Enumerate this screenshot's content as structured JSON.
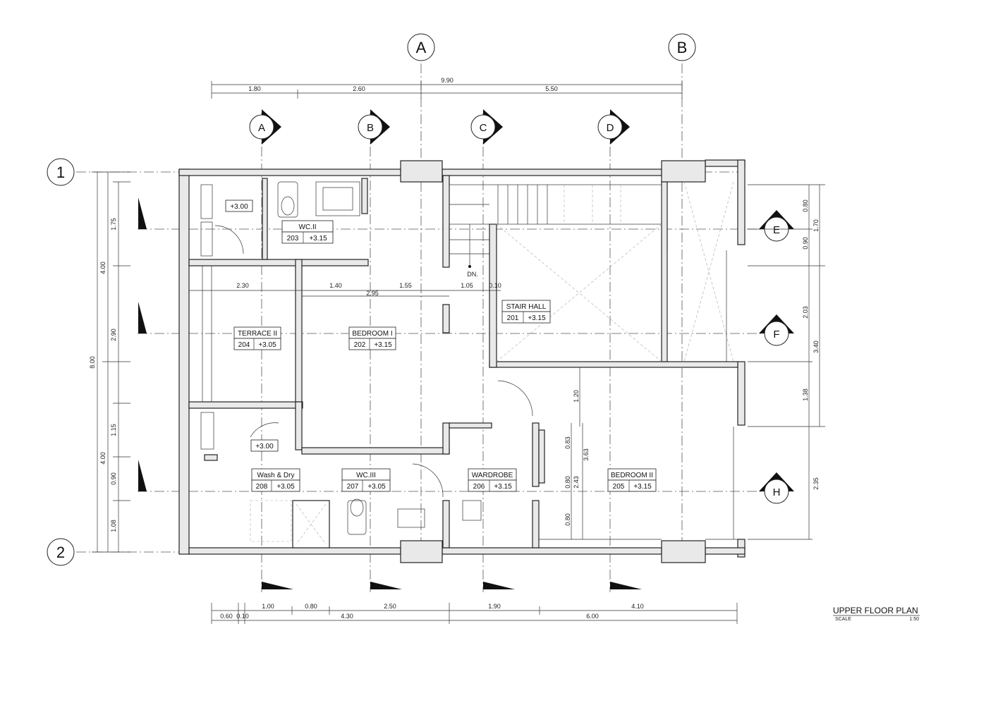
{
  "drawing": {
    "title": "UPPER FLOOR PLAN",
    "scale_label": "SCALE",
    "scale_value": "1:50"
  },
  "grid": {
    "columns": [
      "A",
      "B"
    ],
    "rows": [
      "1",
      "2"
    ]
  },
  "sections": {
    "top": [
      "A",
      "B",
      "C",
      "D"
    ],
    "right": [
      "E",
      "F",
      "H"
    ]
  },
  "dimensions": {
    "top_total": "9.90",
    "top": [
      "1.80",
      "2.60",
      "5.50"
    ],
    "bottom_row1": [
      "1.00",
      "0.80",
      "2.50",
      "1.90",
      "4.10"
    ],
    "bottom_row2": [
      "0.60",
      "0.10",
      "4.30",
      "6.00"
    ],
    "left_total": "8.00",
    "left_mid": [
      "4.00",
      "4.00"
    ],
    "left_inner": [
      "1.75",
      "2.90",
      "1.15",
      "0.90",
      "1.08"
    ],
    "right_inner": [
      "0.80",
      "0.90",
      "2.03",
      "1.38",
      "2.35"
    ],
    "right_outer": [
      "1.70",
      "3.40"
    ],
    "interior_row": [
      "2.30",
      "1.40",
      "2.95",
      "1.55",
      "1.05",
      "0.10"
    ],
    "interior_col": [
      "1.20",
      "0.83",
      "3.63",
      "0.80",
      "2.43",
      "0.80"
    ]
  },
  "rooms": [
    {
      "name": "WC.II",
      "number": "203",
      "level": "+3.15"
    },
    {
      "name": "STAIR HALL",
      "number": "201",
      "level": "+3.15"
    },
    {
      "name": "TERRACE II",
      "number": "204",
      "level": "+3.05"
    },
    {
      "name": "BEDROOM I",
      "number": "202",
      "level": "+3.15"
    },
    {
      "name": "Wash & Dry",
      "number": "208",
      "level": "+3.05"
    },
    {
      "name": "WC.III",
      "number": "207",
      "level": "+3.05"
    },
    {
      "name": "WARDROBE",
      "number": "206",
      "level": "+3.15"
    },
    {
      "name": "BEDROOM II",
      "number": "205",
      "level": "+3.15"
    }
  ],
  "levels": [
    "+3.00",
    "+3.00"
  ],
  "stair_note": "DN."
}
